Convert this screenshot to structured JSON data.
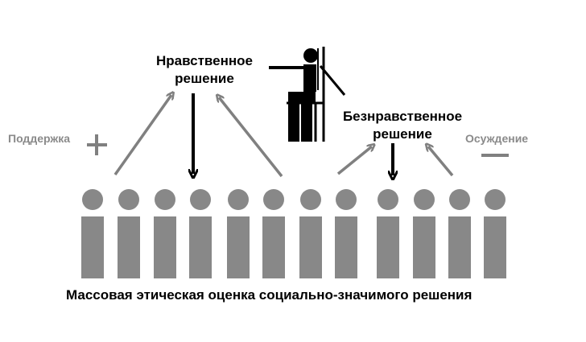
{
  "moral": {
    "line1": "Нравственное",
    "line2": "решение"
  },
  "immoral": {
    "line1": "Безнравственное",
    "line2": "решение"
  },
  "support_label": "Поддержка",
  "support_sign": "+",
  "condemn_label": "Осуждение",
  "condemn_sign": "—",
  "caption": "Массовая этическая оценка социально-значимого решения",
  "colors": {
    "crowd": "#888888",
    "arrow_gray": "#808080",
    "arrow_black": "#000000",
    "text_gray": "#8a8a8a",
    "text_black": "#000000"
  },
  "crowd_count": 12
}
